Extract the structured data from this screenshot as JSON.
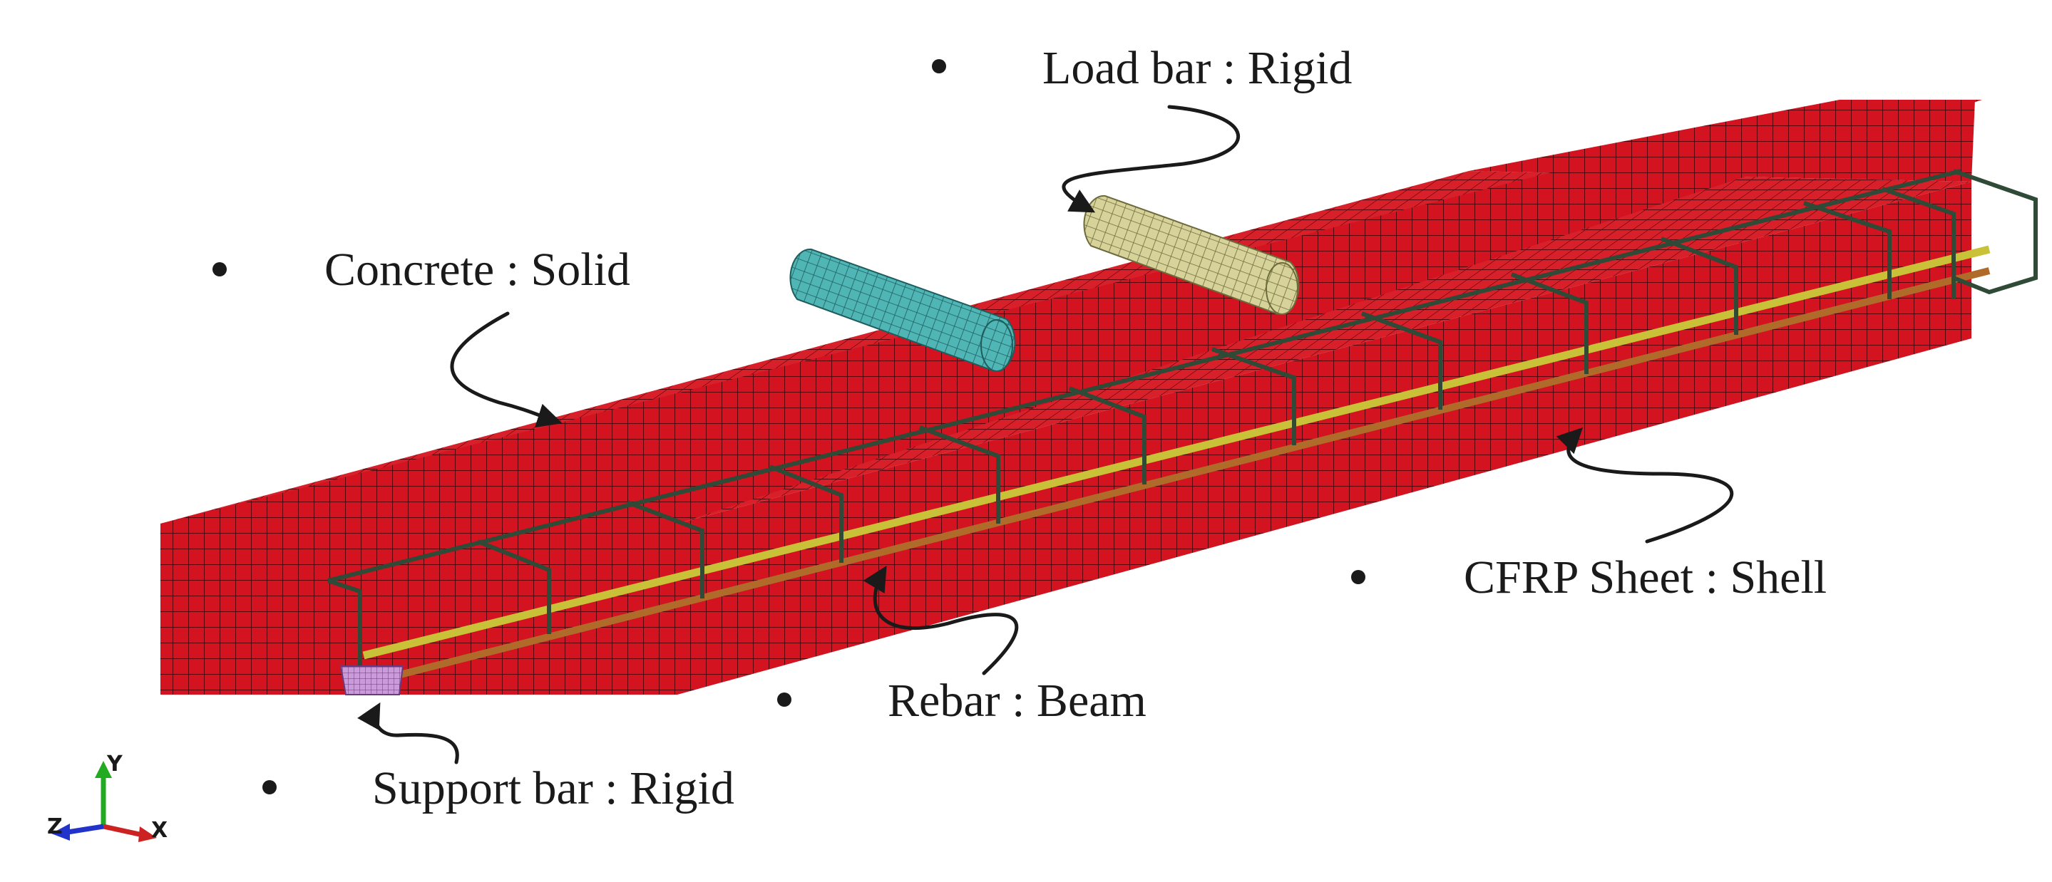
{
  "labels": {
    "load_bar": "Load bar :  Rigid",
    "concrete": "Concrete : Solid",
    "cfrp_sheet": "CFRP Sheet : Shell",
    "rebar": "Rebar : Beam",
    "support_bar": "Support bar :  Rigid"
  },
  "axes": {
    "y": "Y",
    "z": "Z",
    "x": "X"
  },
  "colors": {
    "concrete": "#d3131f",
    "concrete_mesh": "#5a0008",
    "cfrp_sheet": "#39aee0",
    "cfrp_mesh": "#0f5d80",
    "rebar_main": "#c9c238",
    "rebar_lower": "#b06a2a",
    "stirrup": "#2f4a36",
    "load_bar_left": "#4fb5b5",
    "load_bar_right": "#d6d29a",
    "support_bar": "#c99bd8",
    "axis_y": "#22aa22",
    "axis_x": "#cc2222",
    "axis_z": "#2233cc"
  }
}
